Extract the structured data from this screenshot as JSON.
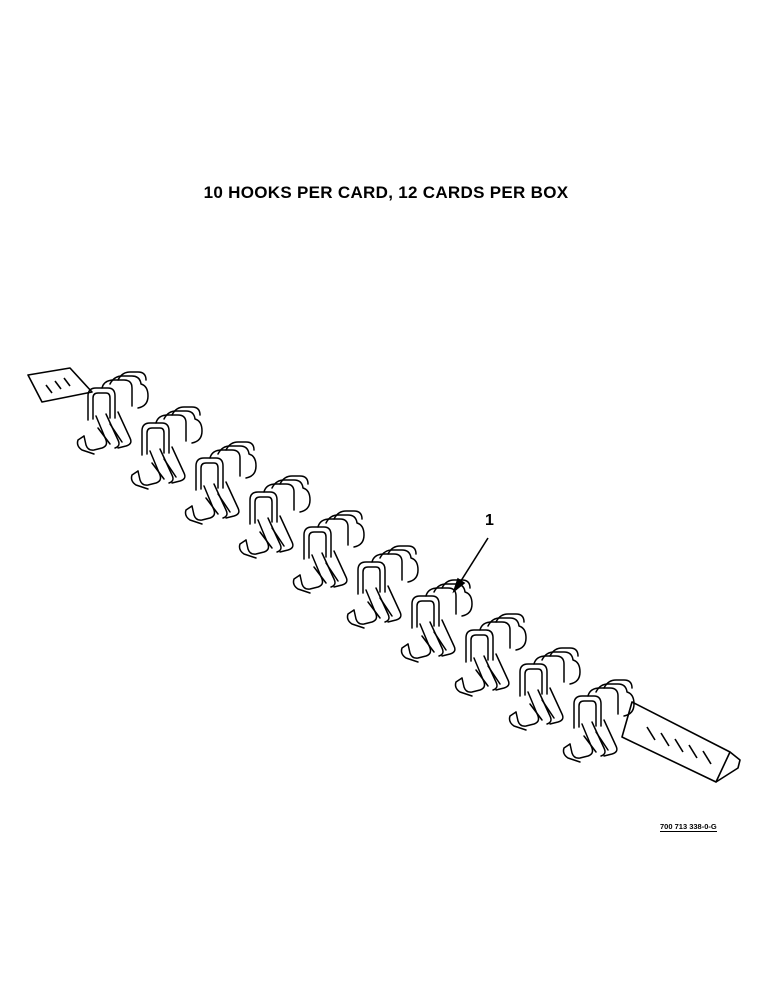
{
  "figure": {
    "title": "10 HOOKS PER CARD, 12 CARDS PER BOX",
    "callout_number": "1",
    "drawing_number": "700 713 338-0-G",
    "hook_count": 10
  }
}
